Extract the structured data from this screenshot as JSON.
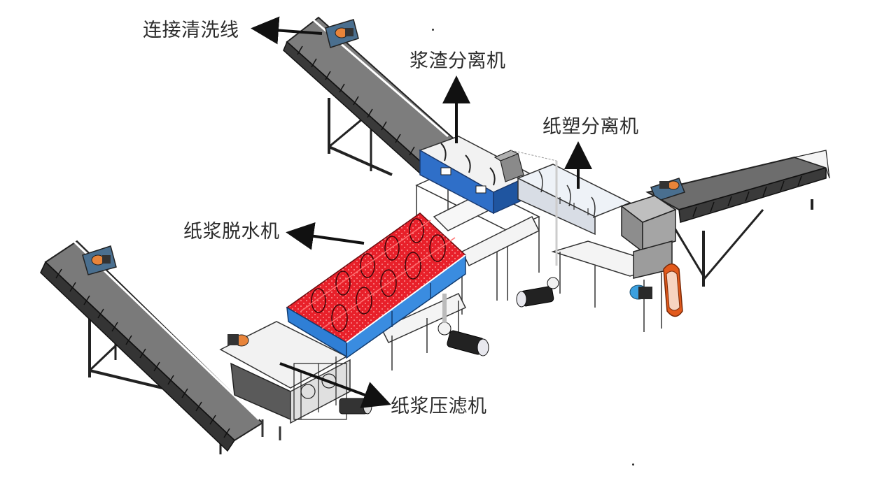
{
  "diagram": {
    "title": "",
    "labels": {
      "washing_line": "连接清洗线",
      "pulp_residue_separator": "浆渣分离机",
      "paper_plastic_separator": "纸塑分离机",
      "pulp_dewatering_machine": "纸浆脱水机",
      "pulp_filter_press": "纸浆压滤机"
    },
    "components": [
      {
        "id": "conveyor-top-left",
        "name": "Inclined belt conveyor (to washing line)"
      },
      {
        "id": "conveyor-bottom-left",
        "name": "Inclined belt conveyor (feed)"
      },
      {
        "id": "conveyor-right",
        "name": "Inclined belt conveyor (right)"
      },
      {
        "id": "pulp-residue-separator",
        "name": "Pulp residue separator drum"
      },
      {
        "id": "paper-plastic-separator",
        "name": "Paper-plastic separator drum"
      },
      {
        "id": "pulp-dewatering-machine",
        "name": "Pulp dewatering machine (red spiral screws in blue tank)"
      },
      {
        "id": "pulp-filter-press",
        "name": "Pulp filter press"
      },
      {
        "id": "pumps",
        "name": "Centrifugal pumps"
      },
      {
        "id": "crusher",
        "name": "Crusher with belt drive"
      }
    ],
    "colors": {
      "label_text": "#2b2b2b",
      "arrow": "#111111",
      "tank_blue": "#2f7fd6",
      "screw_red": "#e8202a",
      "conveyor_gray": "#7d7d7d",
      "frame_white": "#f4f4f4",
      "motor_orange": "#e8843a",
      "belt_orange": "#e25a1c",
      "motor_blue": "#3aa0e0"
    }
  }
}
